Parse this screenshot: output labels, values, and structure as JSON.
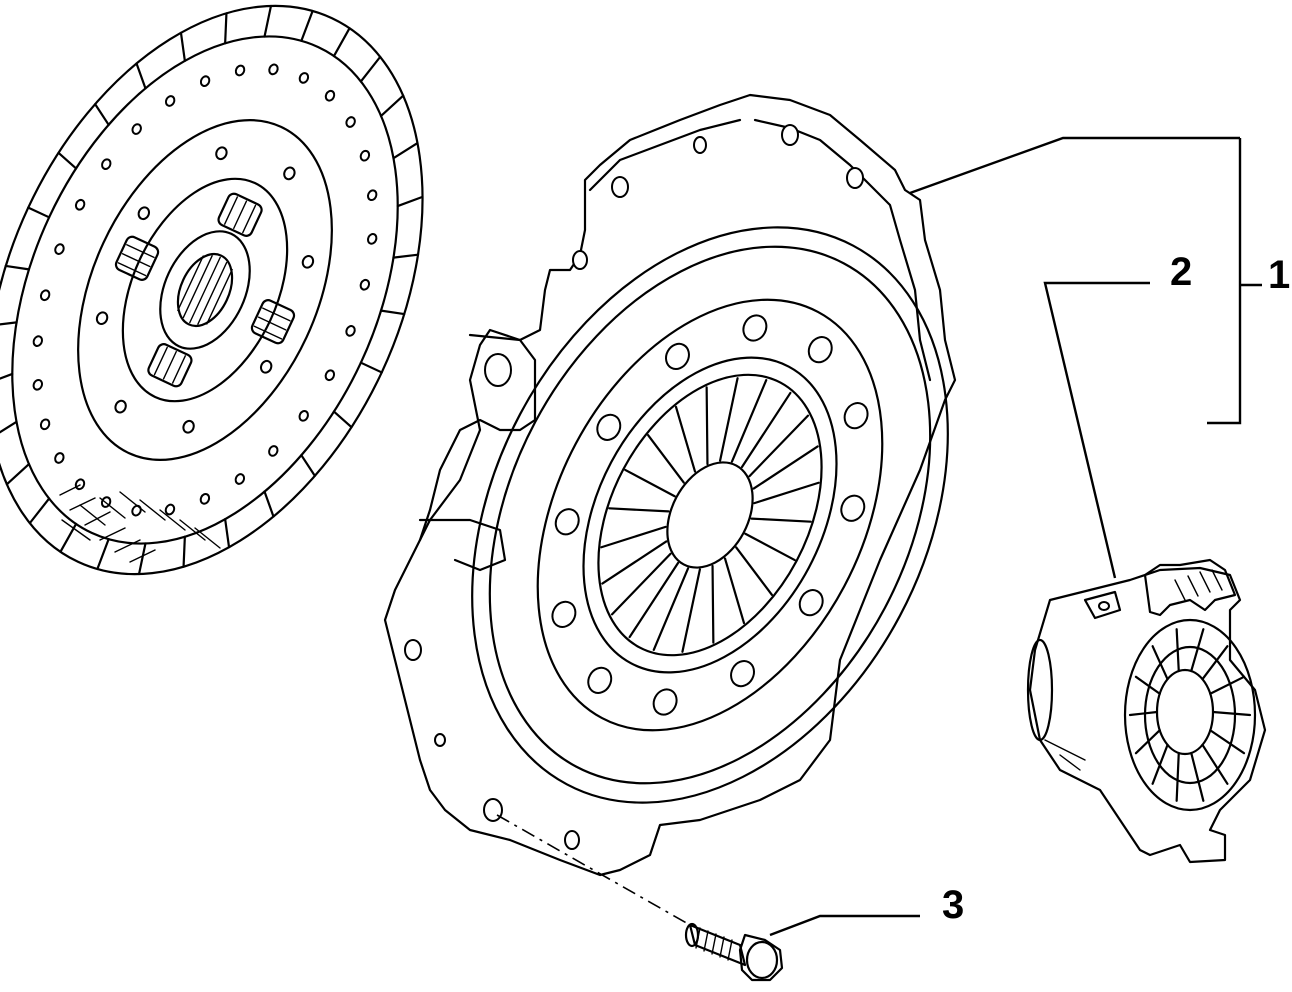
{
  "callouts": [
    {
      "id": "1",
      "text": "1"
    },
    {
      "id": "2",
      "text": "2"
    },
    {
      "id": "3",
      "text": "3"
    }
  ],
  "colors": {
    "line": "#000000",
    "background": "#ffffff"
  }
}
